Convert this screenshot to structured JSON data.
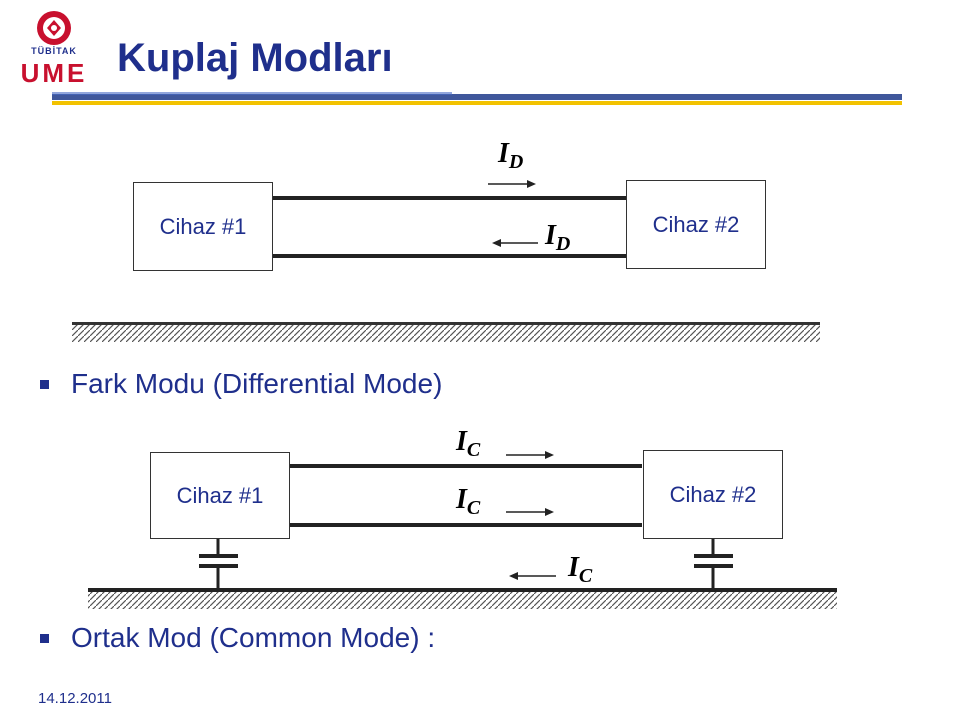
{
  "header": {
    "title": "Kuplaj Modları",
    "logo_org": "TÜBİTAK",
    "logo_name": "UME"
  },
  "differential": {
    "device1": "Cihaz #1",
    "device2": "Cihaz #2",
    "current_symbol": "I",
    "current_subscript": "D",
    "bullet": "Fark Modu (Differential Mode)"
  },
  "common": {
    "device1": "Cihaz #1",
    "device2": "Cihaz #2",
    "current_symbol": "I",
    "current_subscript": "C",
    "bullet": "Ortak Mod (Common Mode) :"
  },
  "footer": {
    "date": "14.12.2011"
  },
  "colors": {
    "title_blue": "#1f2f8c",
    "logo_red": "#c8102e",
    "rule_blue": "#1f3a8a",
    "rule_yellow": "#f2c200"
  }
}
